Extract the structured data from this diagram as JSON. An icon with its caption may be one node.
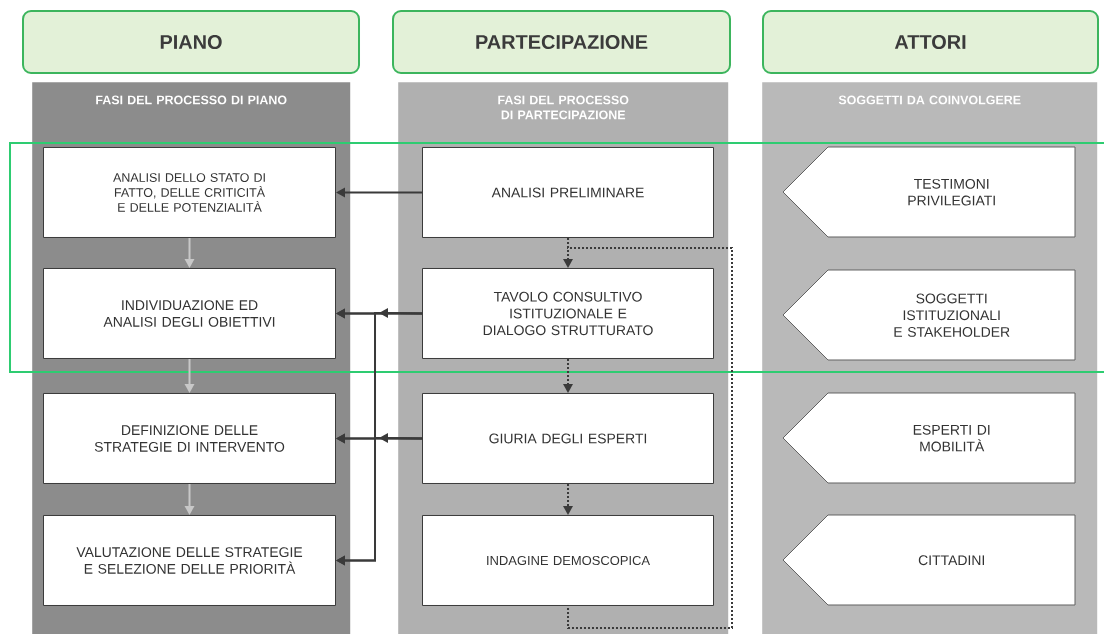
{
  "diagram": {
    "nodes": [
      {
        "text": [
          "PIANO"
        ]
      },
      {
        "text": [
          "PARTECIPAZIONE"
        ]
      },
      {
        "text": [
          "ATTORI"
        ]
      },
      {
        "text": [
          "FASI DEL PROCESSO DI PIANO"
        ]
      },
      {
        "text": [
          "FASI DEL PROCESSO DI PARTECIPAZIONE"
        ]
      },
      {
        "text": [
          "SOGGETTI DA COINVOLGERE"
        ]
      },
      {
        "text": [
          "ANALISI DELLO STATO DI FATTO, DELLE CRITICITÀ E DELLE POTENZIALITÀ"
        ],
        "in": 3
      },
      {
        "text": [
          "INDIVIDUAZIONE ED ANALISI DEGLI OBIETTIVI"
        ],
        "in": 3
      },
      {
        "text": [
          "DEFINIZIONE DELLE STRATEGIE DI INTERVENTO"
        ],
        "in": 3
      },
      {
        "text": [
          "VALUTAZIONE DELLE STRATEGIE E SELEZIONE DELLE PRIORITÀ"
        ],
        "in": 3
      },
      {
        "text": [
          "ANALISI PRELIMINARE"
        ],
        "in": 4
      },
      {
        "text": [
          "TAVOLO CONSULTIVO ISTITUZIONALE E DIALOGO STRUTTURATO"
        ],
        "in": 4
      },
      {
        "text": [
          "GIURIA DEGLI ESPERTI"
        ],
        "in": 4
      },
      {
        "text": [
          "INDAGINE DEMOSCOPICA"
        ],
        "in": 4
      },
      {
        "text": [
          "TESTIMONI PRIVILEGIATI"
        ],
        "in": 5
      },
      {
        "text": [
          "SOGGETTI ISTITUZIONALI E STAKEHOLDER"
        ],
        "in": 5
      },
      {
        "text": [
          "ESPERTI DI MOBILITÀ"
        ],
        "in": 5
      },
      {
        "text": [
          "CITTADINI"
        ],
        "in": 5
      }
    ],
    "edges": [
      {
        "from": 6,
        "to": 7,
        "arrow": "to",
        "color": "#c8c8c8"
      },
      {
        "from": 7,
        "to": 8,
        "arrow": "to",
        "color": "#c8c8c8"
      },
      {
        "from": 8,
        "to": 9,
        "arrow": "to",
        "color": "#c8c8c8"
      },
      {
        "from": 10,
        "to": 6,
        "arrow": "to"
      },
      {
        "from": 10,
        "to": 11,
        "arrow": "to",
        "style": "dashed"
      },
      {
        "from": 11,
        "to": 12,
        "arrow": "to",
        "style": "dashed"
      },
      {
        "from": 12,
        "to": 13,
        "arrow": "to",
        "style": "dashed"
      },
      {
        "from": 10,
        "to": 13,
        "arrow": "none",
        "style": "dashed"
      },
      {
        "from": 11,
        "to": 7,
        "arrow": "to"
      },
      {
        "from": 11,
        "to": 8,
        "arrow": "to"
      },
      {
        "from": 11,
        "to": 9,
        "arrow": "to"
      },
      {
        "from": 12,
        "to": 7,
        "arrow": "to"
      },
      {
        "from": 12,
        "to": 8,
        "arrow": "to"
      },
      {
        "from": 12,
        "to": 9,
        "arrow": "to"
      }
    ]
  }
}
